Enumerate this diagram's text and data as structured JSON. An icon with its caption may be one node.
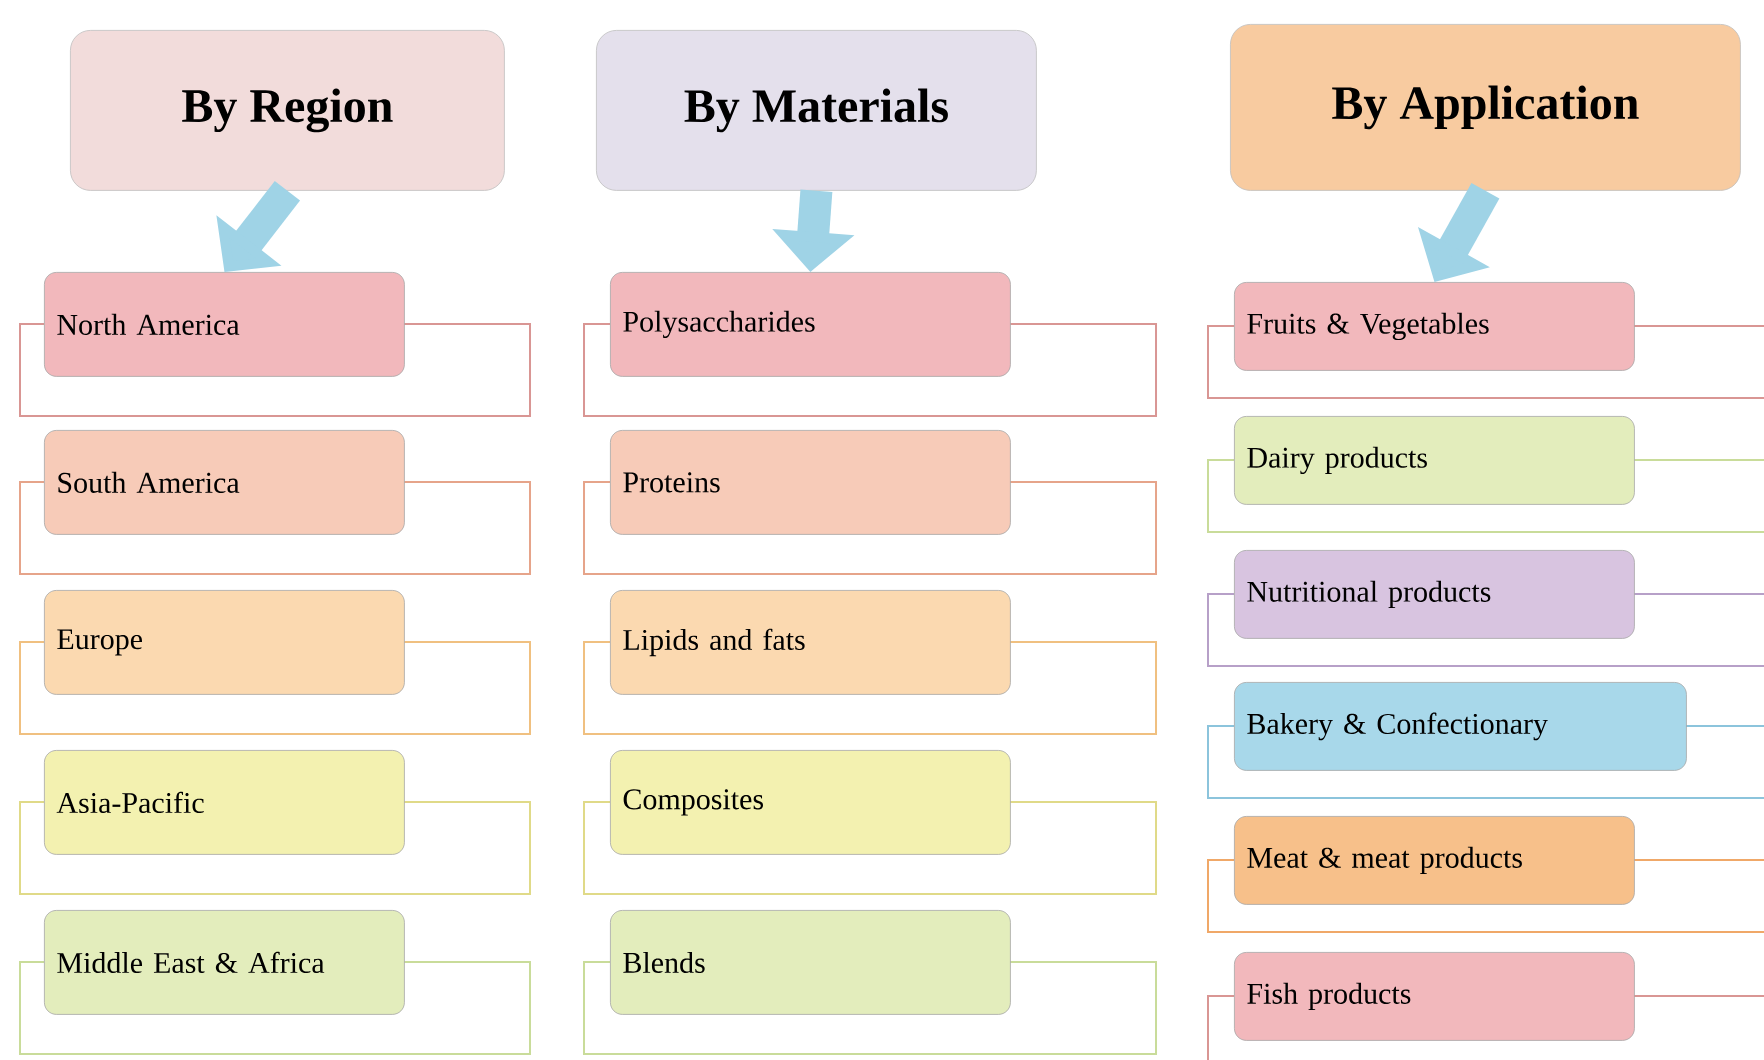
{
  "diagram": {
    "nodes": [
      {
        "text": [
          "By Region"
        ]
      },
      {
        "text": [
          "North America"
        ]
      },
      {
        "text": [
          "South America"
        ]
      },
      {
        "text": [
          "Europe"
        ]
      },
      {
        "text": [
          "Asia-Pacific"
        ]
      },
      {
        "text": [
          "Middle East & Africa"
        ]
      },
      {
        "text": [
          "By  Materials"
        ]
      },
      {
        "text": [
          "Polysaccharides"
        ]
      },
      {
        "text": [
          "Proteins"
        ]
      },
      {
        "text": [
          "Lipids and fats"
        ]
      },
      {
        "text": [
          "Composites"
        ]
      },
      {
        "text": [
          "Blends"
        ]
      },
      {
        "text": [
          "By Application"
        ]
      },
      {
        "text": [
          "Fruits & Vegetables"
        ]
      },
      {
        "text": [
          "Dairy products"
        ]
      },
      {
        "text": [
          "Nutritional products"
        ]
      },
      {
        "text": [
          "Bakery & Confectionary"
        ]
      },
      {
        "text": [
          "Meat & meat products"
        ]
      },
      {
        "text": [
          "Fish products"
        ]
      }
    ],
    "edges": [
      {
        "from": 0,
        "to": 1,
        "arrow": "to"
      },
      {
        "from": 6,
        "to": 7,
        "arrow": "to"
      },
      {
        "from": 12,
        "to": 13,
        "arrow": "to"
      }
    ]
  }
}
